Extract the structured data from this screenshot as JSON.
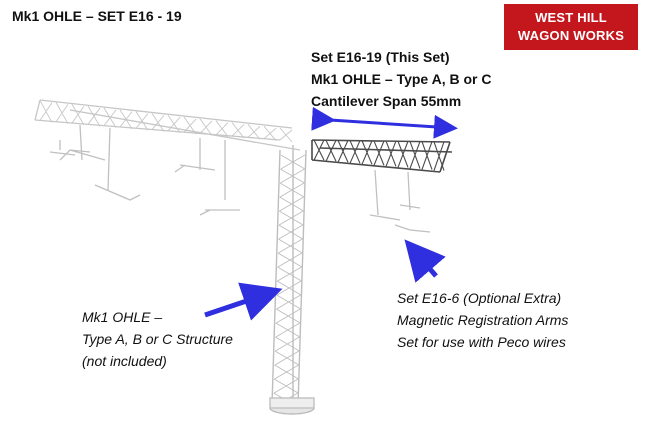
{
  "title": "Mk1 OHLE – SET E16 - 19",
  "brand": {
    "line1": "WEST HILL",
    "line2": "WAGON WORKS",
    "color": "#c4171d"
  },
  "this_set": {
    "line1": "Set E16-19 (This Set)",
    "line2": "Mk1 OHLE – Type A, B or C",
    "line3": "Cantilever Span 55mm"
  },
  "structure_note": {
    "line1": "Mk1 OHLE –",
    "line2": "Type A, B or C Structure",
    "line3": "(not included)"
  },
  "optional_note": {
    "line1": "Set E16-6 (Optional Extra)",
    "line2": "Magnetic Registration Arms",
    "line3": "Set for use with Peco wires"
  },
  "colors": {
    "arrow": "#2f2fe0",
    "structure_light": "#c9c9c9",
    "structure_dark": "#4a4a4a"
  }
}
